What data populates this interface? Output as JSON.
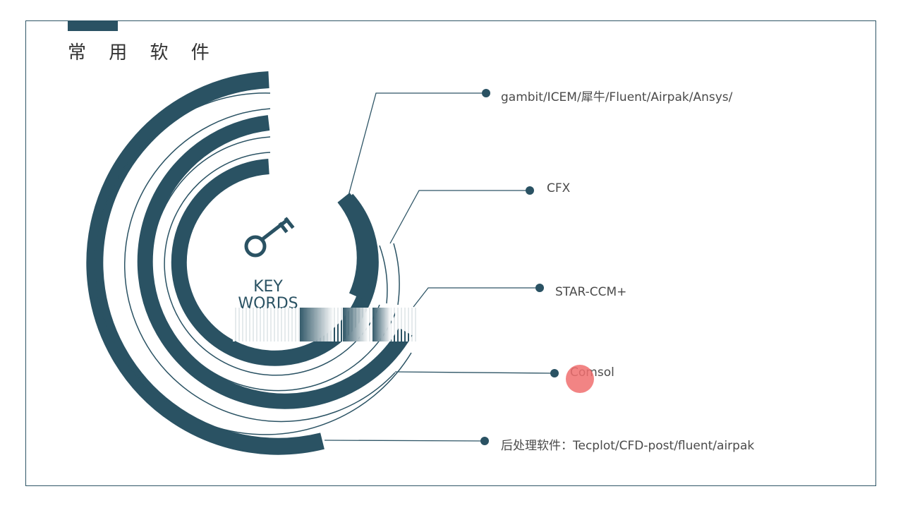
{
  "page": {
    "title": "常 用 软 件"
  },
  "diagram": {
    "center_text": [
      "KEY",
      "WORDS"
    ],
    "items": [
      {
        "label": "gambit/ICEM/犀牛/Fluent/Airpak/Ansys/"
      },
      {
        "label": "CFX"
      },
      {
        "label": "STAR-CCM+"
      },
      {
        "label": "Comsol"
      },
      {
        "label": "后处理软件：Tecplot/CFD-post/fluent/airpak"
      }
    ],
    "icon": "key-icon"
  },
  "colors": {
    "primary": "#2a5263",
    "text": "#4a4a4a",
    "cursor": "#f06e6e"
  }
}
